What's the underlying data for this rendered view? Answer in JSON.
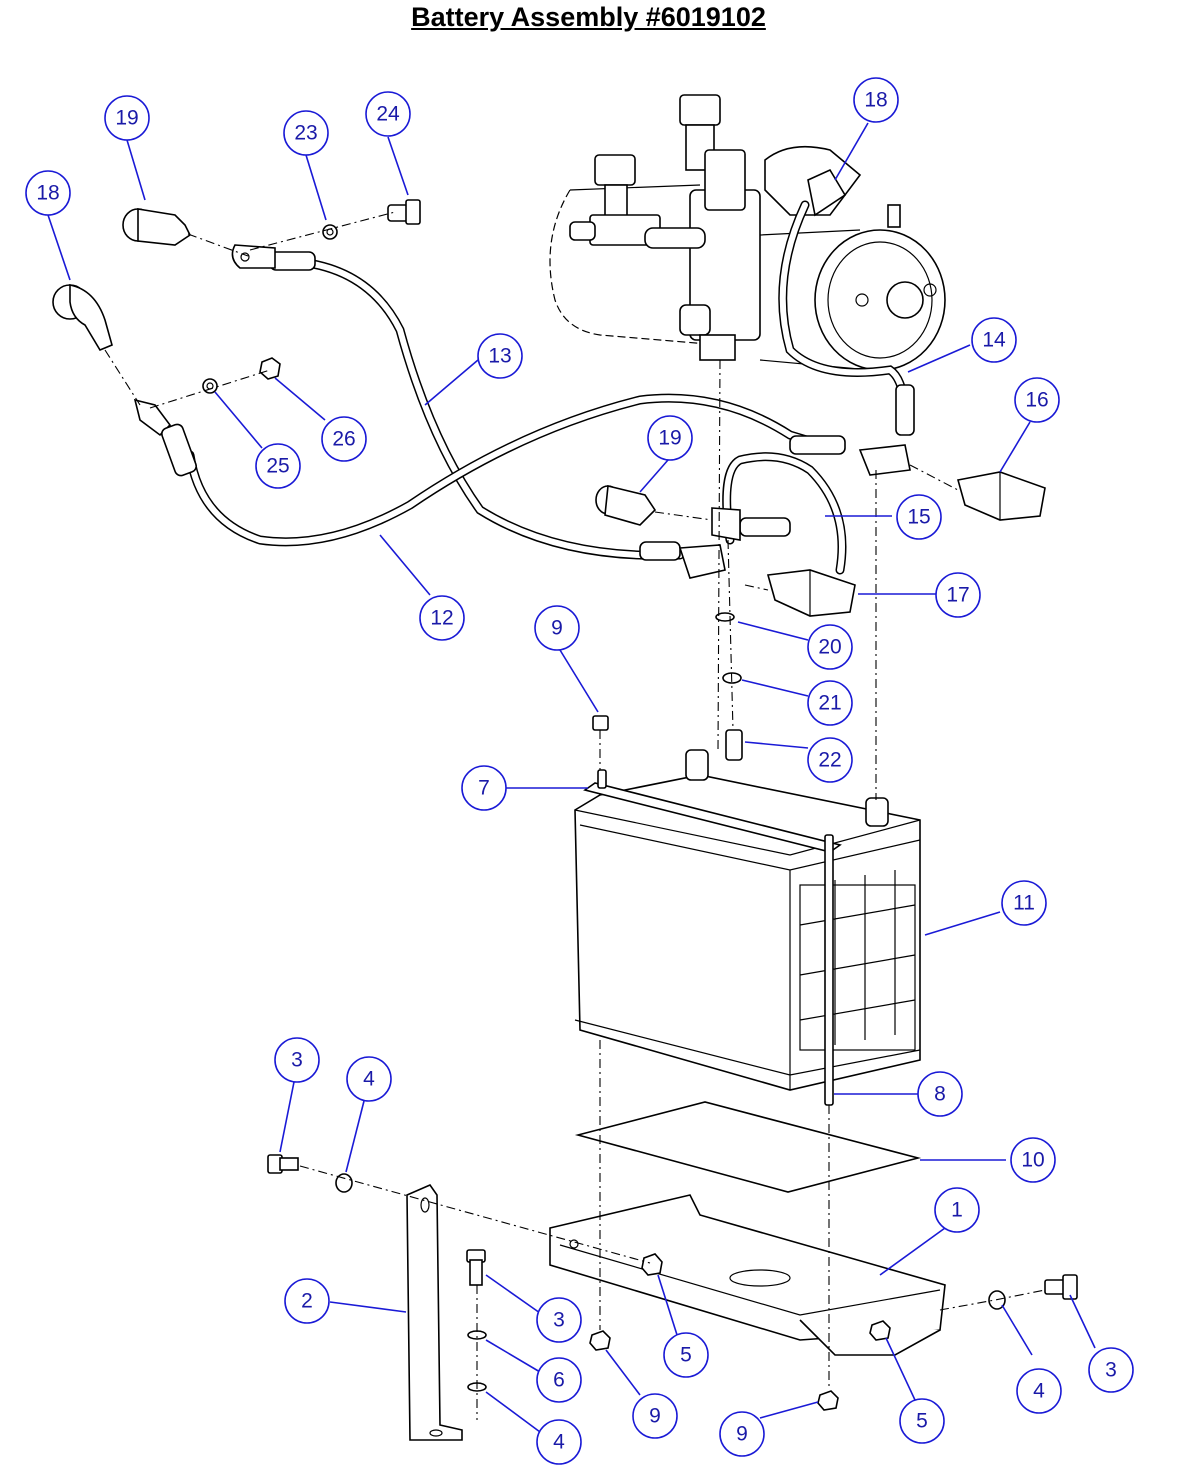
{
  "title": "Battery Assembly #6019102",
  "callouts": [
    {
      "label": "19"
    },
    {
      "label": "23"
    },
    {
      "label": "24"
    },
    {
      "label": "18"
    },
    {
      "label": "18"
    },
    {
      "label": "13"
    },
    {
      "label": "14"
    },
    {
      "label": "16"
    },
    {
      "label": "26"
    },
    {
      "label": "25"
    },
    {
      "label": "19"
    },
    {
      "label": "15"
    },
    {
      "label": "17"
    },
    {
      "label": "12"
    },
    {
      "label": "9"
    },
    {
      "label": "20"
    },
    {
      "label": "21"
    },
    {
      "label": "22"
    },
    {
      "label": "7"
    },
    {
      "label": "11"
    },
    {
      "label": "8"
    },
    {
      "label": "10"
    },
    {
      "label": "3"
    },
    {
      "label": "4"
    },
    {
      "label": "1"
    },
    {
      "label": "2"
    },
    {
      "label": "3"
    },
    {
      "label": "5"
    },
    {
      "label": "6"
    },
    {
      "label": "4"
    },
    {
      "label": "9"
    },
    {
      "label": "9"
    },
    {
      "label": "5"
    },
    {
      "label": "4"
    },
    {
      "label": "3"
    }
  ],
  "colors": {
    "callout": "#1a1ad6",
    "callout_text": "#1a1aa8",
    "line": "#000000"
  }
}
